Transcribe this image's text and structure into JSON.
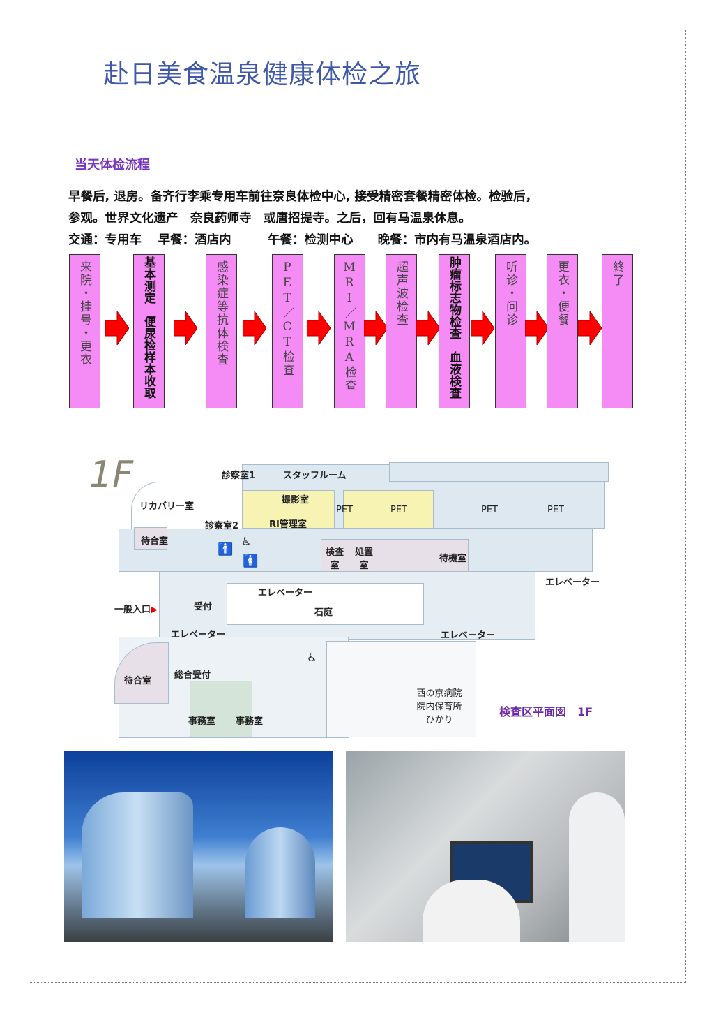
{
  "title": "赴日美食温泉健康体检之旅",
  "section_title": "当天体检流程",
  "paragraph": [
    "早餐后, 退房。备齐行李乘专用车前往奈良体检中心, 接受精密套餐精密体检。检验后，",
    "参观。世界文化遗产　奈良药师寺　或唐招提寺。之后，回有马温泉休息。",
    "交通：专用车　 早餐：酒店内　　　午餐：检测中心　　晚餐：市内有马温泉酒店内。"
  ],
  "flow_steps": [
    "来院・挂号・更衣",
    "基本测定　便尿检样本收取",
    "感染症等抗体検査",
    "PET／CT检查",
    "MRI／MRA检查",
    "超声波检查",
    "肿瘤标志物检查　血液検査",
    "听诊・问诊",
    "更衣・便餐",
    "終了"
  ],
  "colors": {
    "box": "#f58cf5",
    "arrow": "#ff0000",
    "title": "#3f57a8",
    "section": "#7a35c0"
  },
  "floor_plan": {
    "floor": "1F",
    "labels": {
      "exam1": "診察室1",
      "staff": "スタッフルーム",
      "recovery": "リカバリー室",
      "photo_room": "撮影室",
      "exam2": "診察室2",
      "ri": "RI管理室",
      "pet": "PET",
      "waiting": "待合室",
      "inspect": "検査室",
      "treat": "処置室",
      "standby": "待機室",
      "elevator": "エレベーター",
      "entrance": "一般入口",
      "reception": "受付",
      "garden": "石庭",
      "general_reception": "総合受付",
      "office": "事務室",
      "nursery": "西の京病院 院内保育所 ひかり"
    },
    "caption": "検査区平面図　1F"
  }
}
